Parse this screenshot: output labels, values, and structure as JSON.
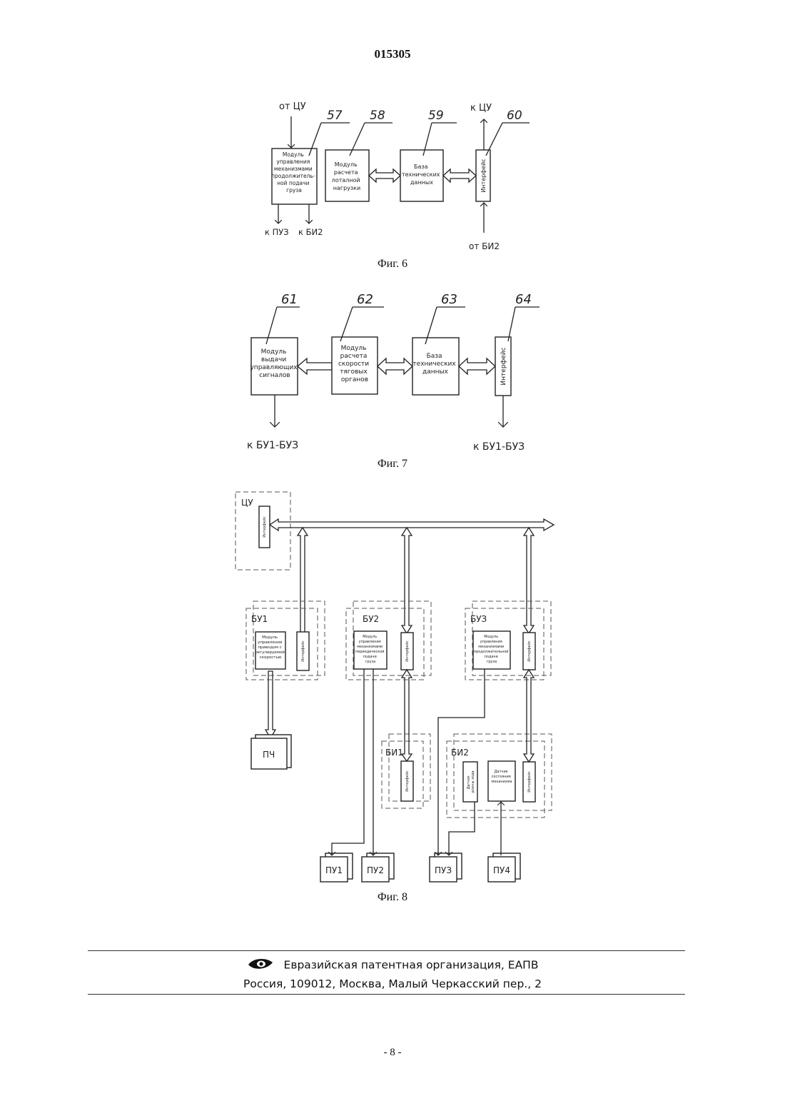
{
  "patent_number": "015305",
  "figures": {
    "fig6": {
      "caption": "Фиг. 6",
      "inputs": {
        "from_cu": "от ЦУ",
        "to_cu": "к ЦУ",
        "from_bi2": "от БИ2"
      },
      "outputs": {
        "to_pu3": "к ПУЗ",
        "to_bi2": "к БИ2"
      },
      "refs": [
        "57",
        "58",
        "59",
        "60"
      ],
      "blocks": {
        "b57": [
          "Модуль",
          "управления",
          "механизмами",
          "продолжитель-",
          "ной подачи",
          "груза"
        ],
        "b58": [
          "Модуль",
          "расчета",
          "лоталной",
          "нагрузки"
        ],
        "b59": [
          "База",
          "технических",
          "данных"
        ],
        "b60": "Интерфейс"
      }
    },
    "fig7": {
      "caption": "Фиг. 7",
      "outputs": {
        "left": "к БУ1-БУЗ",
        "right": "к БУ1-БУЗ"
      },
      "refs": [
        "61",
        "62",
        "63",
        "64"
      ],
      "blocks": {
        "b61": [
          "Модуль",
          "выдачи",
          "управляющих",
          "сигналов"
        ],
        "b62": [
          "Модуль",
          "расчета",
          "скорости",
          "тяговых",
          "органов"
        ],
        "b63": [
          "База",
          "технических",
          "данных"
        ],
        "b64": "Интерфейс"
      }
    },
    "fig8": {
      "caption": "Фиг. 8",
      "groups": {
        "cu": "ЦУ",
        "bu1": "БУ1",
        "bu2": "БУ2",
        "bu3": "БУЗ",
        "bi1": "БИ1",
        "bi2": "БИ2"
      },
      "interface": "Интерфейс",
      "modules": {
        "bu1": [
          "Модуль",
          "управления",
          "приводом с",
          "регулируемой",
          "скоростью"
        ],
        "bu2": [
          "Модуль",
          "управления",
          "механизмами",
          "периодической",
          "подачи",
          "груза"
        ],
        "bu3": [
          "Модуль",
          "управления",
          "механизмами",
          "продолжительной",
          "подачи",
          "груза"
        ],
        "bi2_sensor": [
          "Датчик",
          "длины хода"
        ],
        "bi2_state": [
          "Датчик",
          "состояния",
          "механизма"
        ]
      },
      "devices": {
        "pch": "ПЧ",
        "pu1": "ПУ1",
        "pu2": "ПУ2",
        "pu3": "ПУЗ",
        "pu4": "ПУ4"
      }
    }
  },
  "footer": {
    "organization": "Евразийская патентная организация, ЕАПВ",
    "address": "Россия, 109012, Москва, Малый Черкасский пер., 2"
  },
  "page_number": "- 8 -"
}
